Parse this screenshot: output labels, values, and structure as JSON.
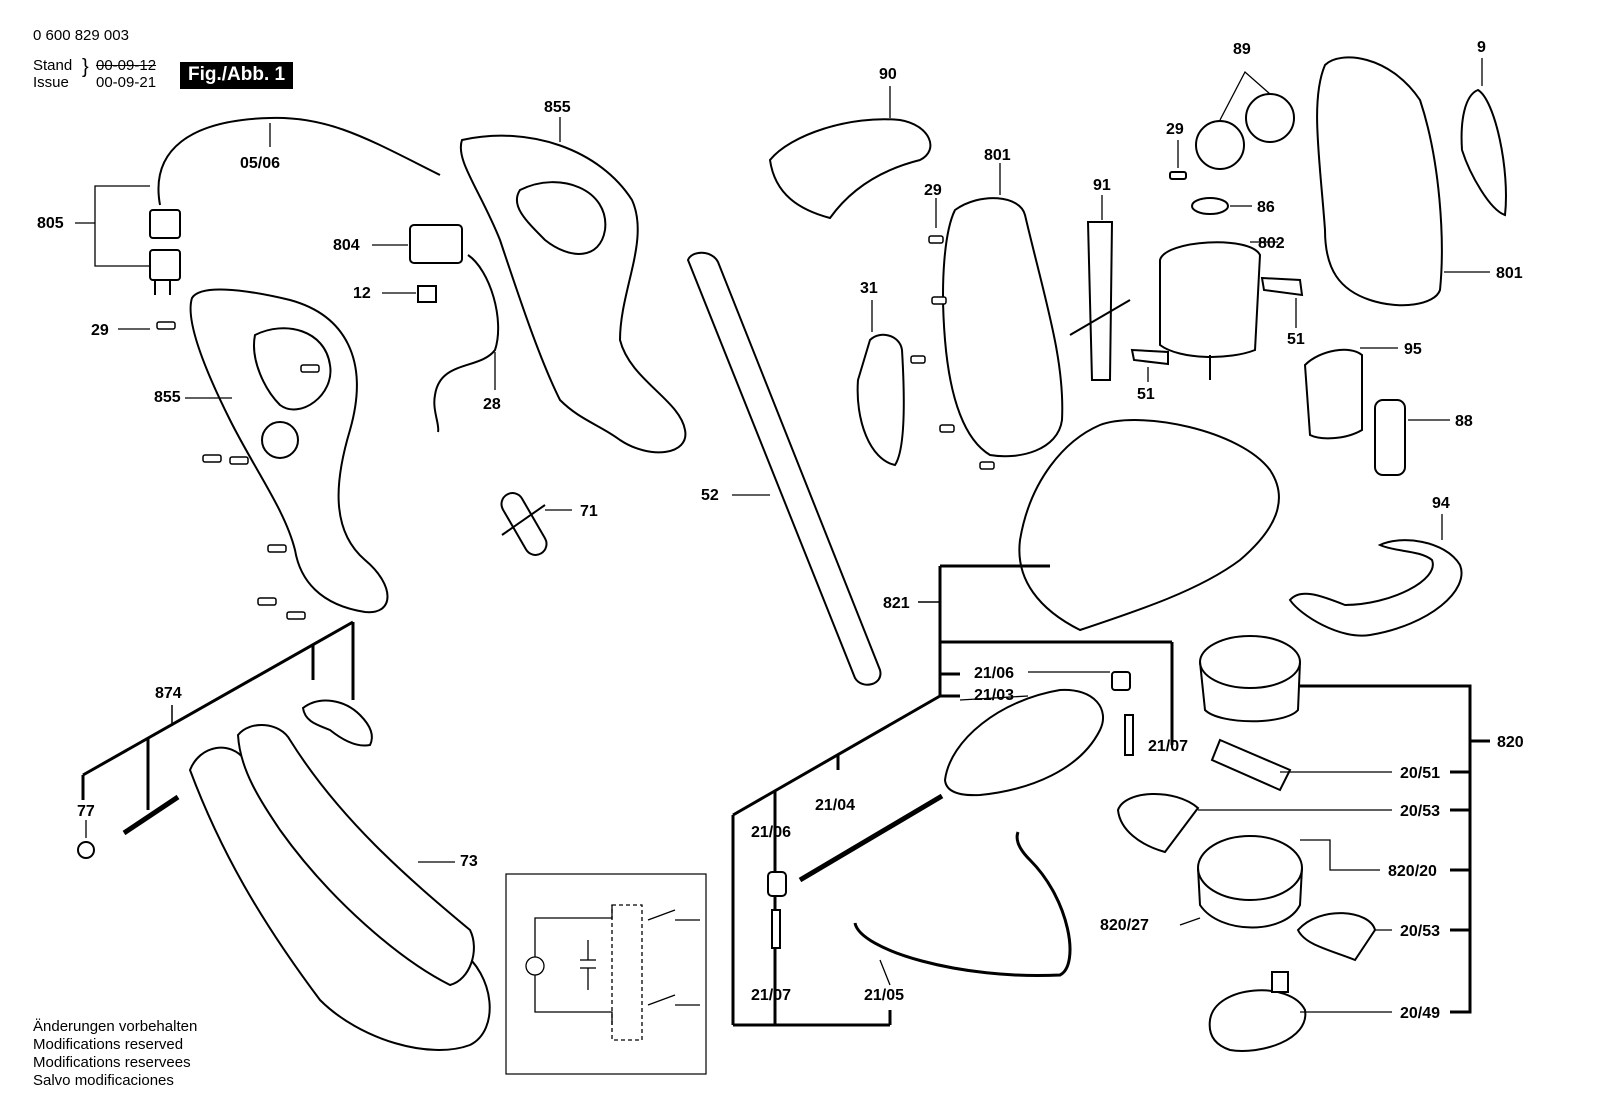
{
  "header": {
    "part_number": "0 600 829 003",
    "stand_label": "Stand",
    "issue_label": "Issue",
    "stand_date": "00-09-12",
    "issue_date": "00-09-21",
    "figure_title": "Fig./Abb. 1"
  },
  "notes": [
    "Änderungen vorbehalten",
    "Modifications reserved",
    "Modifications reservees",
    "Salvo modificaciones"
  ],
  "part_labels": {
    "p90": "90",
    "p89": "89",
    "p9": "9",
    "p855a": "855",
    "p855b": "855",
    "p805": "805",
    "p0506": "05/06",
    "p804": "804",
    "p12": "12",
    "p28": "28",
    "p29a": "29",
    "p29b": "29",
    "p29c": "29",
    "p71": "71",
    "p52": "52",
    "p801a": "801",
    "p801b": "801",
    "p31": "31",
    "p91": "91",
    "p86": "86",
    "p802": "802",
    "p51a": "51",
    "p51b": "51",
    "p95": "95",
    "p88": "88",
    "p94": "94",
    "p821": "821",
    "p2106a": "21/06",
    "p2103": "21/03",
    "p2107a": "21/07",
    "p2104": "21/04",
    "p2106b": "21/06",
    "p2107b": "21/07",
    "p2105": "21/05",
    "p874": "874",
    "p77": "77",
    "p73": "73",
    "p820": "820",
    "p2051": "20/51",
    "p2053a": "20/53",
    "p82020": "820/20",
    "p82027": "820/27",
    "p2053b": "20/53",
    "p2049": "20/49"
  }
}
